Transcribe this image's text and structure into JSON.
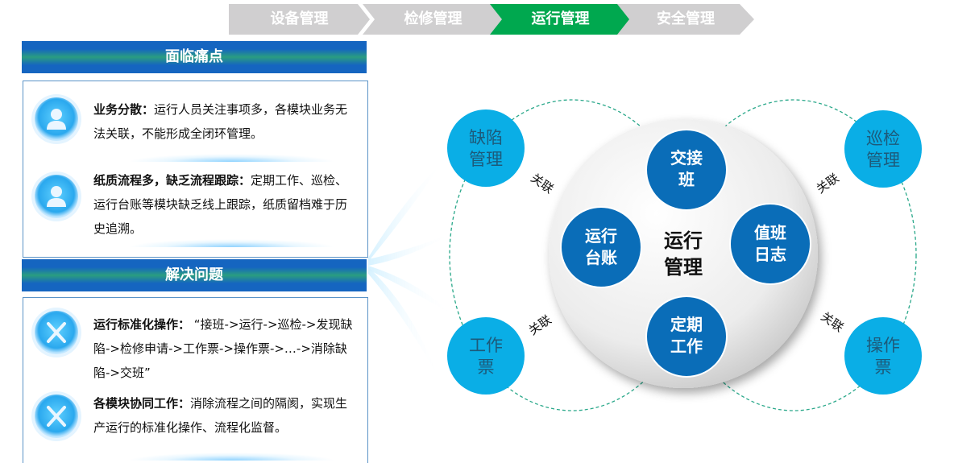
{
  "nav": {
    "steps": [
      {
        "label": "设备管理",
        "active": false
      },
      {
        "label": "检修管理",
        "active": false
      },
      {
        "label": "运行管理",
        "active": true
      },
      {
        "label": "安全管理",
        "active": false
      }
    ],
    "active_color": "#00a84f",
    "inactive_color": "#d0cfd0"
  },
  "pain": {
    "title": "面临痛点",
    "items": [
      {
        "bold": "业务分散：",
        "text": "运行人员关注事项多，各模块业务无法关联，不能形成全闭环管理。"
      },
      {
        "bold": "纸质流程多，缺乏流程跟踪：",
        "text": "定期工作、巡检、运行台账等模块缺乏线上跟踪，纸质留档难于历史追溯。"
      }
    ]
  },
  "solve": {
    "title": "解决问题",
    "items": [
      {
        "bold": "运行标准化操作：",
        "text": " “接班->运行->巡检->发现缺陷->检修申请->工作票->操作票->…->消除缺陷->交班”"
      },
      {
        "bold": "各模块协同工作：",
        "text": "消除流程之间的隔阂，实现生产运行的标准化操作、流程化监督。"
      }
    ]
  },
  "diagram": {
    "center": [
      "运行",
      "管理"
    ],
    "inner": {
      "top": [
        "交接",
        "班"
      ],
      "left": [
        "运行",
        "台账"
      ],
      "right": [
        "值班",
        "日志"
      ],
      "bottom": [
        "定期",
        "工作"
      ]
    },
    "outer": {
      "tl": [
        "缺陷",
        "管理"
      ],
      "tr": [
        "巡检",
        "管理"
      ],
      "bl": [
        "工作",
        "票"
      ],
      "br": [
        "操作",
        "票"
      ]
    },
    "link": "关联",
    "inner_color": "#0a6db8",
    "outer_color": "#0aaee6"
  }
}
